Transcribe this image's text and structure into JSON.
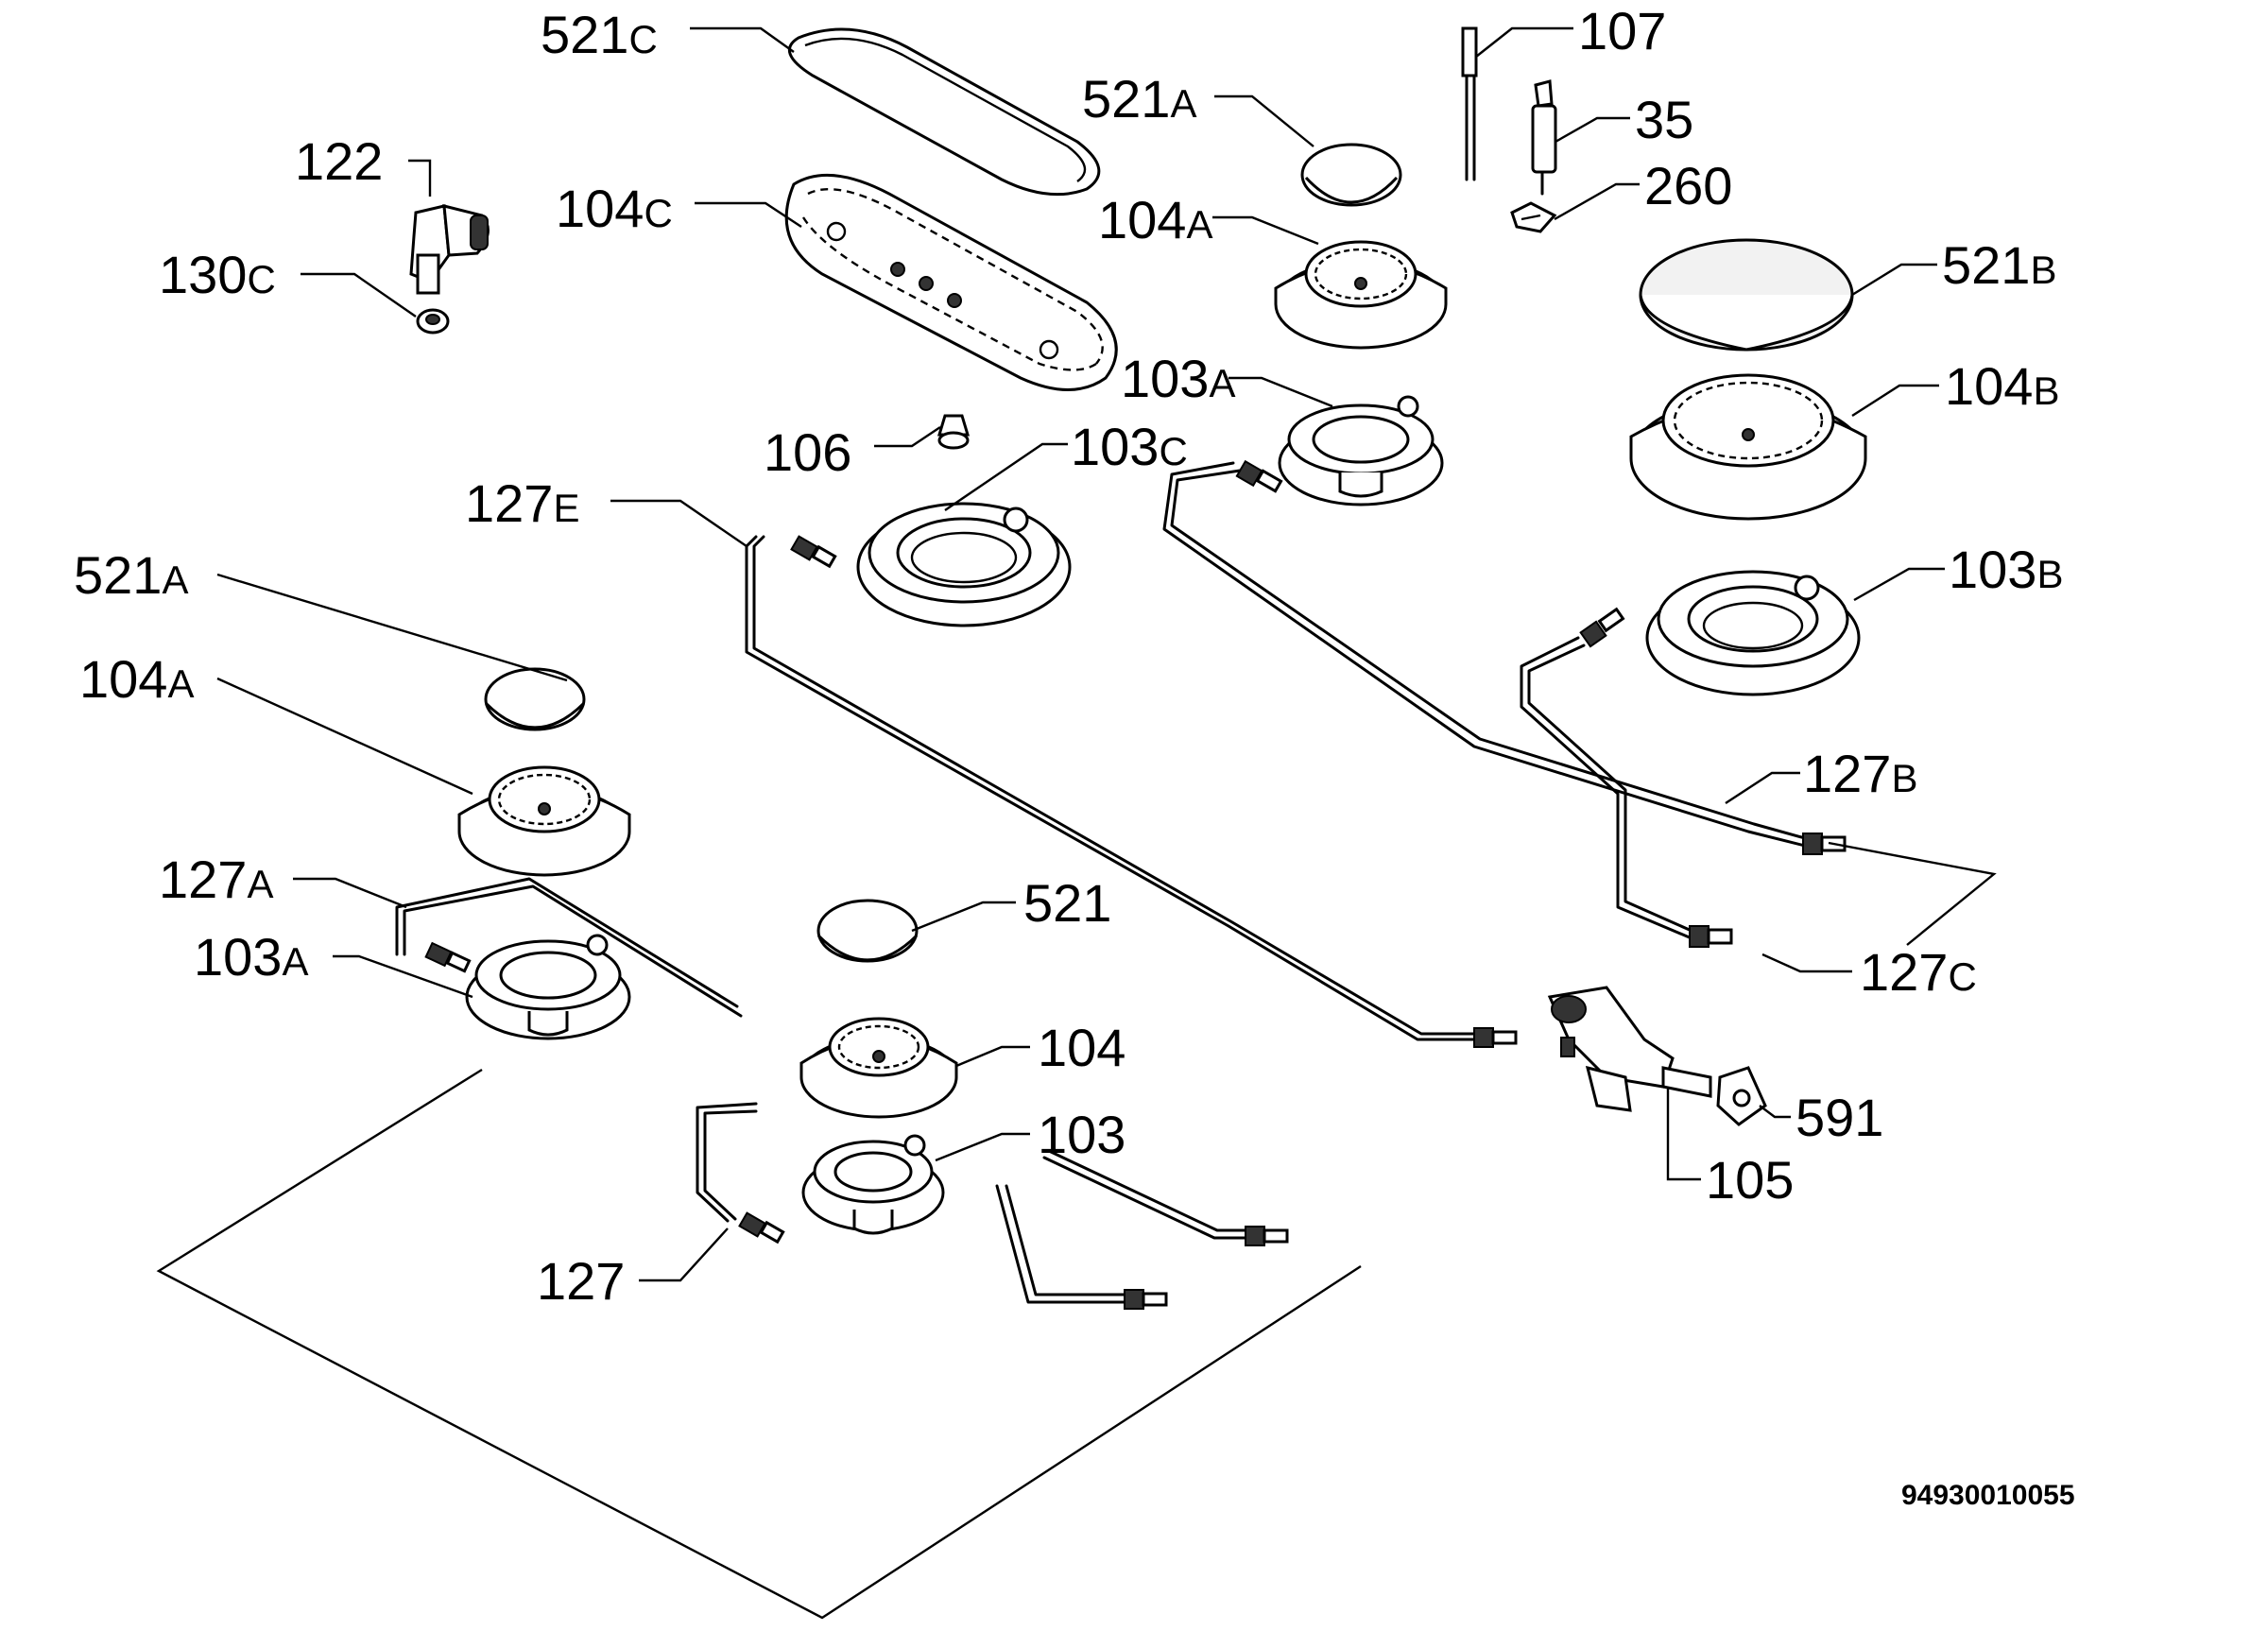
{
  "callouts": [
    {
      "id": "521C",
      "main": "521",
      "suffix": "C"
    },
    {
      "id": "104C",
      "main": "104",
      "suffix": "C"
    },
    {
      "id": "122",
      "main": "122",
      "suffix": ""
    },
    {
      "id": "130C",
      "main": "130",
      "suffix": "C"
    },
    {
      "id": "106",
      "main": "106",
      "suffix": ""
    },
    {
      "id": "103C",
      "main": "103",
      "suffix": "C"
    },
    {
      "id": "127E",
      "main": "127",
      "suffix": "E"
    },
    {
      "id": "521A_top",
      "main": "521",
      "suffix": "A"
    },
    {
      "id": "104A_top",
      "main": "104",
      "suffix": "A"
    },
    {
      "id": "103A_top",
      "main": "103",
      "suffix": "A"
    },
    {
      "id": "107",
      "main": "107",
      "suffix": ""
    },
    {
      "id": "35",
      "main": "35",
      "suffix": ""
    },
    {
      "id": "260",
      "main": "260",
      "suffix": ""
    },
    {
      "id": "521B",
      "main": "521",
      "suffix": "B"
    },
    {
      "id": "104B",
      "main": "104",
      "suffix": "B"
    },
    {
      "id": "103B",
      "main": "103",
      "suffix": "B"
    },
    {
      "id": "127B",
      "main": "127",
      "suffix": "B"
    },
    {
      "id": "127C",
      "main": "127",
      "suffix": "C"
    },
    {
      "id": "521A_left",
      "main": "521",
      "suffix": "A"
    },
    {
      "id": "104A_left",
      "main": "104",
      "suffix": "A"
    },
    {
      "id": "127A",
      "main": "127",
      "suffix": "A"
    },
    {
      "id": "103A_left",
      "main": "103",
      "suffix": "A"
    },
    {
      "id": "521",
      "main": "521",
      "suffix": ""
    },
    {
      "id": "104",
      "main": "104",
      "suffix": ""
    },
    {
      "id": "103",
      "main": "103",
      "suffix": ""
    },
    {
      "id": "127",
      "main": "127",
      "suffix": ""
    },
    {
      "id": "591",
      "main": "591",
      "suffix": ""
    },
    {
      "id": "105",
      "main": "105",
      "suffix": ""
    }
  ],
  "document_number": "94930010055"
}
